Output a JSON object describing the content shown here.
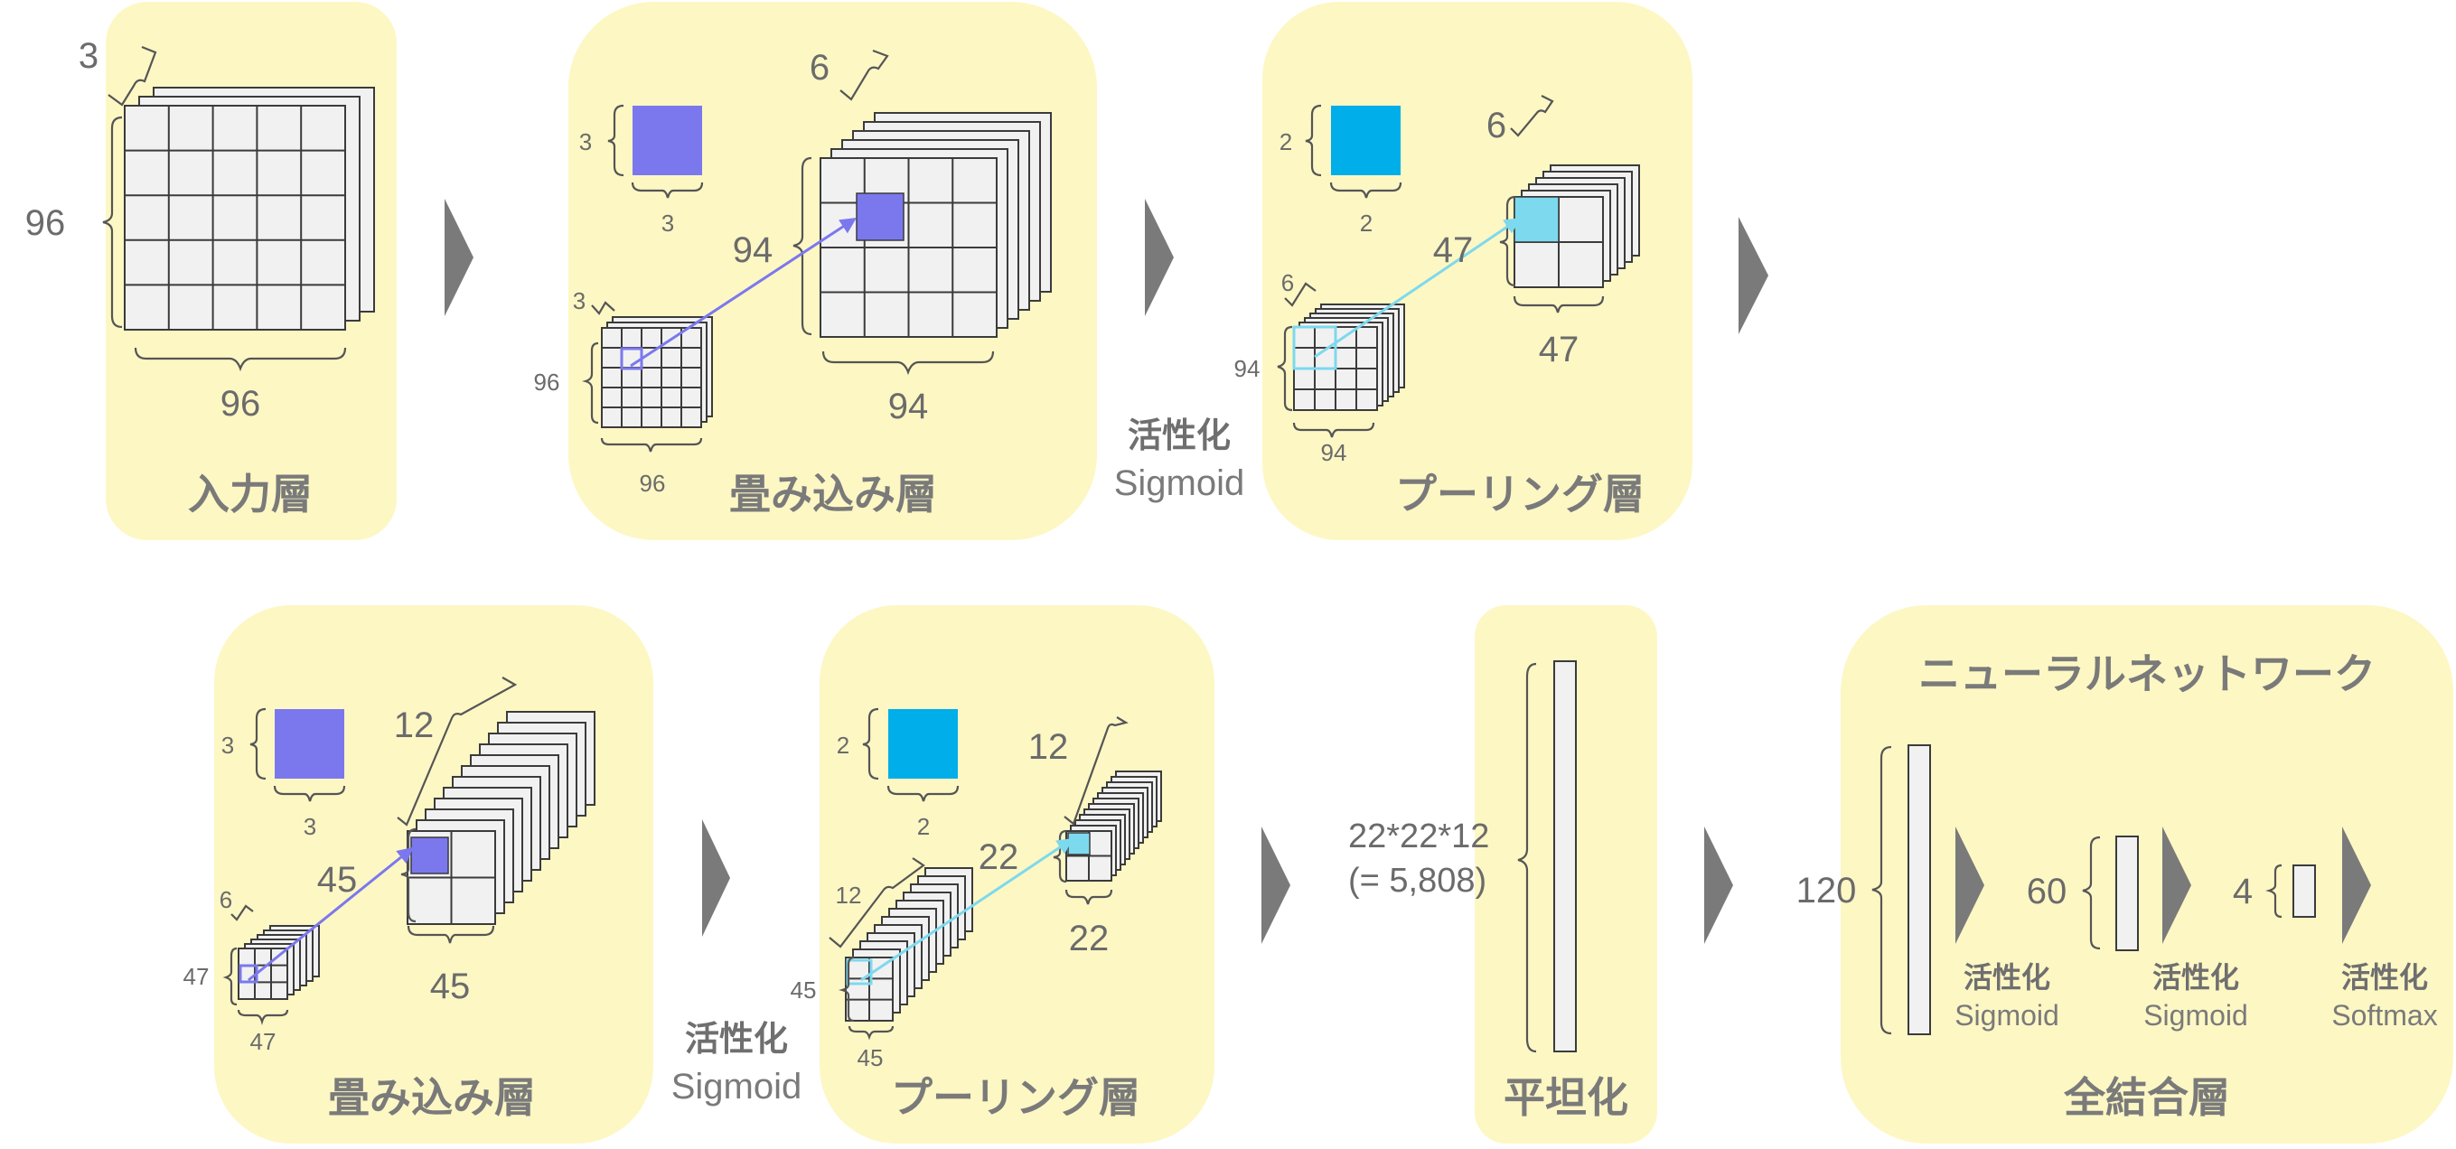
{
  "colors": {
    "panel": "#fdf7c4",
    "conv_kernel": "#7b78ee",
    "pool_kernel": "#00aeea",
    "pool_cell": "#7dd9ee",
    "text_gray": "#7a7a7a"
  },
  "input": {
    "title": "入力層",
    "depth": "3",
    "height": "96",
    "width": "96"
  },
  "conv1": {
    "title": "畳み込み層",
    "kernel_h": "3",
    "kernel_w": "3",
    "in_depth": "3",
    "in_h": "96",
    "in_w": "96",
    "out_depth": "6",
    "out_h": "94",
    "out_w": "94"
  },
  "act1": {
    "label": "活性化",
    "func": "Sigmoid"
  },
  "pool1": {
    "title": "プーリング層",
    "kernel_h": "2",
    "kernel_w": "2",
    "in_depth": "6",
    "in_h": "94",
    "in_w": "94",
    "out_depth": "6",
    "out_h": "47",
    "out_w": "47"
  },
  "conv2": {
    "title": "畳み込み層",
    "kernel_h": "3",
    "kernel_w": "3",
    "in_depth": "6",
    "in_h": "47",
    "in_w": "47",
    "out_depth": "12",
    "out_h": "45",
    "out_w": "45"
  },
  "act2": {
    "label": "活性化",
    "func": "Sigmoid"
  },
  "pool2": {
    "title": "プーリング層",
    "kernel_h": "2",
    "kernel_w": "2",
    "in_depth": "12",
    "in_h": "45",
    "in_w": "45",
    "out_depth": "12",
    "out_h": "22",
    "out_w": "22"
  },
  "flatten": {
    "title": "平坦化",
    "size_line1": "22*22*12",
    "size_line2": "(= 5,808)"
  },
  "fc": {
    "header": "ニューラルネットワーク",
    "title": "全結合層",
    "layer1": "120",
    "layer2": "60",
    "layer3": "4",
    "act_label": "活性化",
    "act1": "Sigmoid",
    "act2": "Sigmoid",
    "act3": "Softmax"
  }
}
